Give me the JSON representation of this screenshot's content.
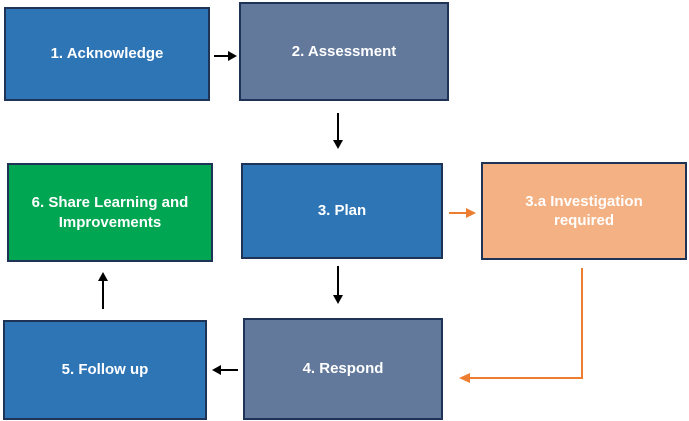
{
  "diagram": {
    "type": "flowchart",
    "boxes": [
      {
        "id": "acknowledge",
        "label": "1. Acknowledge",
        "fill": "#2E75B6",
        "text_color": "#FFFFFF"
      },
      {
        "id": "assessment",
        "label": "2. Assessment",
        "fill": "#62799B",
        "text_color": "#FFFFFF"
      },
      {
        "id": "plan",
        "label": "3. Plan",
        "fill": "#2E75B6",
        "text_color": "#FFFFFF"
      },
      {
        "id": "investigation",
        "label": "3.a Investigation required",
        "fill": "#F4B183",
        "text_color": "#FFFFFF"
      },
      {
        "id": "respond",
        "label": "4. Respond",
        "fill": "#62799B",
        "text_color": "#FFFFFF"
      },
      {
        "id": "followup",
        "label": "5. Follow up",
        "fill": "#2E75B6",
        "text_color": "#FFFFFF"
      },
      {
        "id": "share",
        "label": "6. Share Learning and Improvements",
        "fill": "#00A651",
        "text_color": "#FFFFFF"
      }
    ],
    "flows": [
      {
        "from": "1. Acknowledge",
        "to": "2. Assessment",
        "color": "#000000"
      },
      {
        "from": "2. Assessment",
        "to": "3. Plan",
        "color": "#000000"
      },
      {
        "from": "3. Plan",
        "to": "3.a Investigation required",
        "color": "#ED7D31"
      },
      {
        "from": "3. Plan",
        "to": "4. Respond",
        "color": "#000000"
      },
      {
        "from": "3.a Investigation required",
        "to": "4. Respond",
        "color": "#ED7D31"
      },
      {
        "from": "4. Respond",
        "to": "5. Follow up",
        "color": "#000000"
      },
      {
        "from": "5. Follow up",
        "to": "6. Share Learning and Improvements",
        "color": "#000000"
      }
    ],
    "colors": {
      "border": "#1F3357",
      "blue": "#2E75B6",
      "slate_blue": "#62799B",
      "green": "#00A651",
      "orange_fill": "#F4B183",
      "orange_line": "#ED7D31",
      "black_line": "#000000",
      "text": "#FFFFFF",
      "background": "#FFFFFF"
    }
  }
}
